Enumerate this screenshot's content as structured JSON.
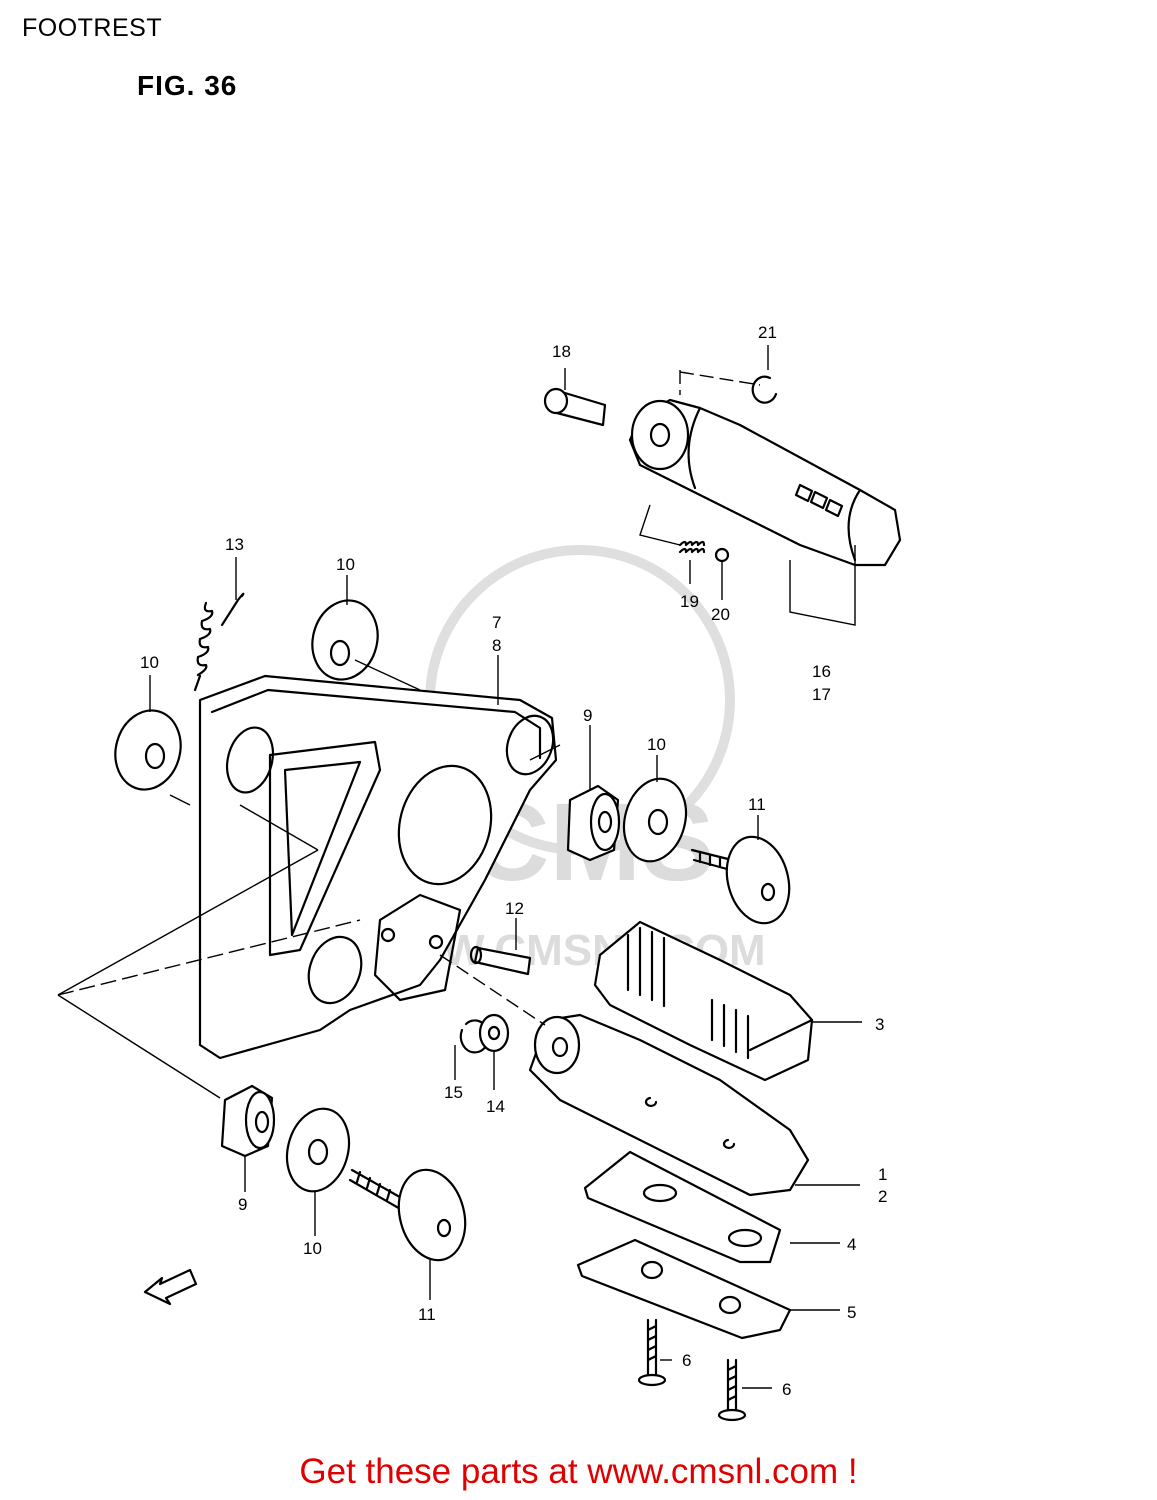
{
  "header": {
    "title": "FOOTREST"
  },
  "figure": {
    "label": "FIG. 36"
  },
  "watermark": {
    "brand": "CMS",
    "site": "WWW.CMSNL.COM"
  },
  "callouts": [
    {
      "id": "c1",
      "text": "1"
    },
    {
      "id": "c2",
      "text": "2"
    },
    {
      "id": "c3",
      "text": "3"
    },
    {
      "id": "c4",
      "text": "4"
    },
    {
      "id": "c5",
      "text": "5"
    },
    {
      "id": "c6a",
      "text": "6"
    },
    {
      "id": "c6b",
      "text": "6"
    },
    {
      "id": "c7",
      "text": "7"
    },
    {
      "id": "c8",
      "text": "8"
    },
    {
      "id": "c9a",
      "text": "9"
    },
    {
      "id": "c9b",
      "text": "9"
    },
    {
      "id": "c10a",
      "text": "10"
    },
    {
      "id": "c10b",
      "text": "10"
    },
    {
      "id": "c10c",
      "text": "10"
    },
    {
      "id": "c10d",
      "text": "10"
    },
    {
      "id": "c11a",
      "text": "11"
    },
    {
      "id": "c11b",
      "text": "11"
    },
    {
      "id": "c12",
      "text": "12"
    },
    {
      "id": "c13",
      "text": "13"
    },
    {
      "id": "c14",
      "text": "14"
    },
    {
      "id": "c15",
      "text": "15"
    },
    {
      "id": "c16",
      "text": "16"
    },
    {
      "id": "c17",
      "text": "17"
    },
    {
      "id": "c18",
      "text": "18"
    },
    {
      "id": "c19",
      "text": "19"
    },
    {
      "id": "c20",
      "text": "20"
    },
    {
      "id": "c21",
      "text": "21"
    }
  ],
  "footer": {
    "link_text": "Get these parts at www.cmsnl.com !",
    "link_color": "#e00000"
  }
}
